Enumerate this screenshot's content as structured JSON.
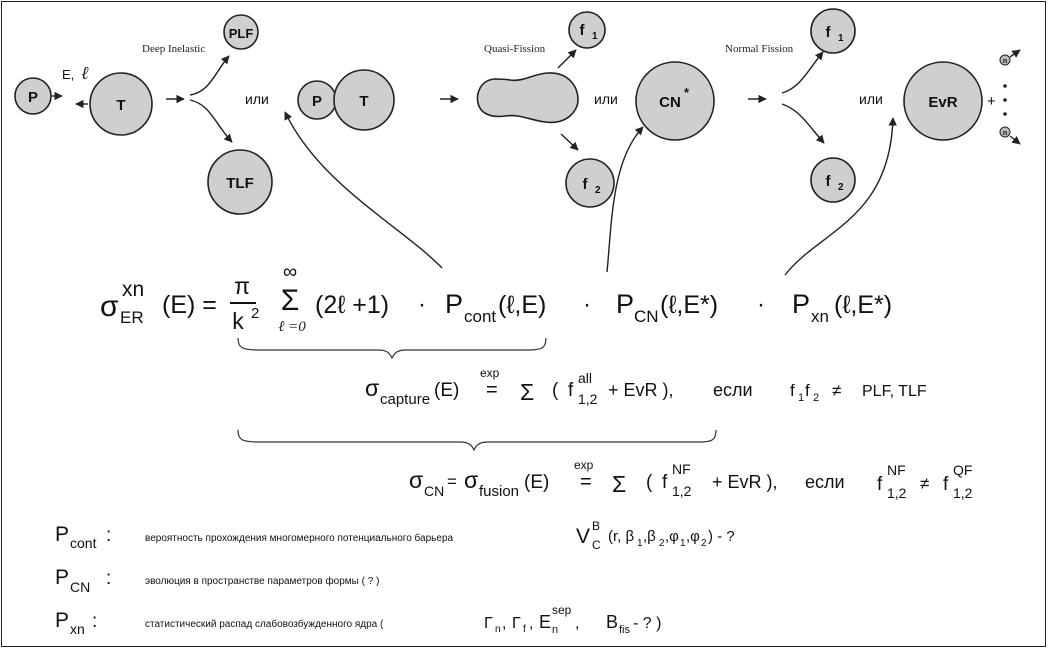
{
  "diagram": {
    "labels": {
      "E": "E,",
      "ell": "ℓ",
      "deep_inelastic": "Deep Inelastic",
      "quasi_fission": "Quasi-Fission",
      "normal_fission": "Normal Fission",
      "or": "или"
    },
    "nuclei": {
      "P": "P",
      "T": "T",
      "PLF": "PLF",
      "TLF": "TLF",
      "f": "f",
      "sub1": "1",
      "sub2": "2",
      "CN": "CN",
      "star": "*",
      "EvR": "EvR",
      "n": "n",
      "plus": "+",
      "vdots": "⋮"
    }
  },
  "formula_main": {
    "sigma": "σ",
    "sup_xn": "xn",
    "sub_ER": "ER",
    "arg_E": "(E) =",
    "pi": "π",
    "k": "k",
    "k_exp": "2",
    "inf": "∞",
    "sum": "Σ",
    "sum_lower": "ℓ =0",
    "term1": "(2ℓ +1)",
    "dot": "·",
    "P": "P",
    "sub_cont": "cont",
    "arg_cont": "(ℓ,E)",
    "sub_CN": "CN",
    "arg_CN": "(ℓ,E*)",
    "sub_xn": "xn",
    "arg_xn": "(ℓ,E*)"
  },
  "formula_capture": {
    "sigma": "σ",
    "sub": "capture",
    "arg": "(E)",
    "exp": "exp",
    "eq": "=",
    "sum": "Σ",
    "lpar": "(",
    "f": "f",
    "sup_all": "all",
    "sub_12": "1,2",
    "rest": "+ EvR ),",
    "if": "если",
    "cond_f1": "f",
    "cond_s1": "1",
    "cond_f2": "f",
    "cond_s2": "2",
    "neq": "≠",
    "cond_rest": "PLF, TLF"
  },
  "formula_cn": {
    "sigma": "σ",
    "sub_CN": "CN",
    "eq1": "=",
    "sub_fusion": "fusion",
    "arg": "(E)",
    "exp": "exp",
    "eq2": "=",
    "sum": "Σ",
    "lpar": "(",
    "f": "f",
    "sup_NF": "NF",
    "sub_12": "1,2",
    "rest": "+ EvR ),",
    "if": "если",
    "neq": "≠",
    "sup_QF": "QF"
  },
  "notes": [
    {
      "P": "P",
      "sub": "cont",
      "colon": ":",
      "text": "вероятность прохождения многомерного потенциального барьера",
      "V": "V",
      "V_sup": "B",
      "V_sub": "C",
      "args": "(r, β",
      "a1": "1",
      "args2": ",β",
      "a2": "2",
      "args3": ",φ",
      "a3": "1",
      "args4": ",φ",
      "a4": "2",
      "tail": ") - ?"
    },
    {
      "P": "P",
      "sub": "CN",
      "colon": ":",
      "text": "эволюция в пространстве параметров формы ( ? )"
    },
    {
      "P": "P",
      "sub": "xn",
      "colon": ":",
      "text": "статистический  распад слабовозбужденного ядра (",
      "G": "Γ",
      "Gn": "n",
      "Gf": "f",
      "E": "E",
      "E_sup": "sep",
      "E_sub": "n",
      "B": "B",
      "B_sub": "fis",
      "tail": " - ? )"
    }
  ]
}
